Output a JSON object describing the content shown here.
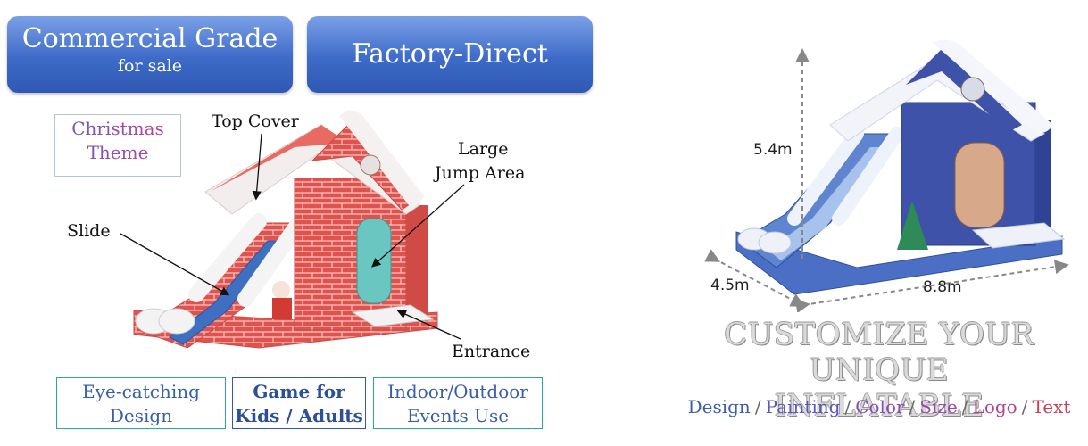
{
  "badges": {
    "commercial_title": "Commercial Grade",
    "commercial_sub": "for sale",
    "factory": "Factory-Direct"
  },
  "theme_box": {
    "line1": "Christmas",
    "line2": "Theme"
  },
  "callouts": {
    "top_cover": "Top Cover",
    "large_jump_1": "Large",
    "large_jump_2": "Jump Area",
    "slide": "Slide",
    "entrance": "Entrance"
  },
  "features": [
    {
      "line1": "Eye-catching",
      "line2": "Design"
    },
    {
      "line1": "Game for",
      "line2": "Kids / Adults"
    },
    {
      "line1": "Indoor/Outdoor",
      "line2": "Events Use"
    }
  ],
  "dimensions": {
    "height": "5.4m",
    "depth": "4.5m",
    "length": "8.8m"
  },
  "customize": {
    "line1": "CUSTOMIZE YOUR UNIQUE",
    "line2": "INFLATABLE"
  },
  "options": [
    {
      "label": "Design",
      "color": "#3d5fb0"
    },
    {
      "label": "Painting",
      "color": "#5a58b8"
    },
    {
      "label": "Color",
      "color": "#8a4db8"
    },
    {
      "label": "Size",
      "color": "#9a4aa8"
    },
    {
      "label": "Logo",
      "color": "#b04490"
    },
    {
      "label": "Text",
      "color": "#c8405a"
    }
  ],
  "options_separator": "/"
}
